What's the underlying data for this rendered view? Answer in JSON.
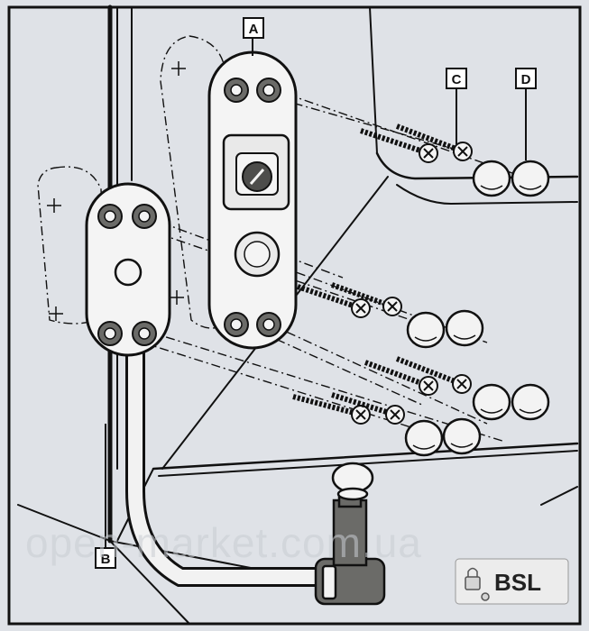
{
  "diagram": {
    "callouts": [
      "A",
      "B",
      "C",
      "D"
    ],
    "watermark": "open-market.com.ua",
    "brand": {
      "text": "BSL",
      "logo_icon": "padlock-icon"
    },
    "colors": {
      "background": "#dfe2e7",
      "outline": "#111111",
      "bracket_fill": "#f4f4f4",
      "cable_fill": "#f2f2f2",
      "pin_body": "#6b6b68",
      "plug_fill": "#f3f3f3"
    },
    "parts": {
      "A": "window-lock-body-icon",
      "B": "cable-anchor-bracket-icon",
      "C": "screw-icon",
      "D": "cover-cap-icon"
    }
  }
}
